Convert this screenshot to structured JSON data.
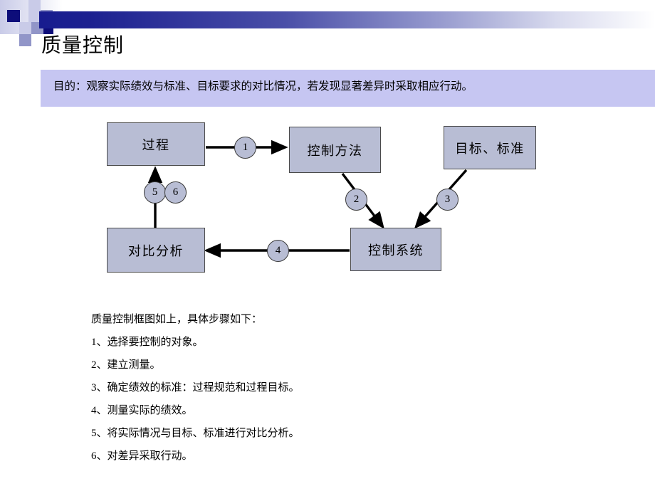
{
  "slide": {
    "title": "质量控制",
    "purpose": "目的：观察实际绩效与标准、目标要求的对比情况，若发现显著差异时采取相应行动。"
  },
  "colors": {
    "bar_dark": "#171c8f",
    "banner_bg": "#c6c6f2",
    "box_fill": "#b8bdd4",
    "box_border": "#4a4a4a",
    "deco_dark": "#0d0d7a",
    "deco_mid": "#9195c8",
    "deco_light": "#c9cbe8"
  },
  "diagram": {
    "boxes": [
      {
        "id": "process",
        "label": "过程"
      },
      {
        "id": "control-method",
        "label": "控制方法"
      },
      {
        "id": "goal-standard",
        "label": "目标、标准"
      },
      {
        "id": "control-system",
        "label": "控制系统"
      },
      {
        "id": "comparison",
        "label": "对比分析"
      }
    ],
    "step_markers": [
      {
        "id": "marker-1",
        "label": "1"
      },
      {
        "id": "marker-2",
        "label": "2"
      },
      {
        "id": "marker-3",
        "label": "3"
      },
      {
        "id": "marker-4",
        "label": "4"
      },
      {
        "id": "marker-5",
        "label": "5"
      },
      {
        "id": "marker-6",
        "label": "6"
      }
    ]
  },
  "steps": {
    "intro": "质量控制框图如上，具体步骤如下：",
    "items": [
      "1、选择要控制的对象。",
      "2、建立测量。",
      "3、确定绩效的标准：过程规范和过程目标。",
      "4、测量实际的绩效。",
      "5、将实际情况与目标、标准进行对比分析。",
      "6、对差异采取行动。"
    ]
  }
}
